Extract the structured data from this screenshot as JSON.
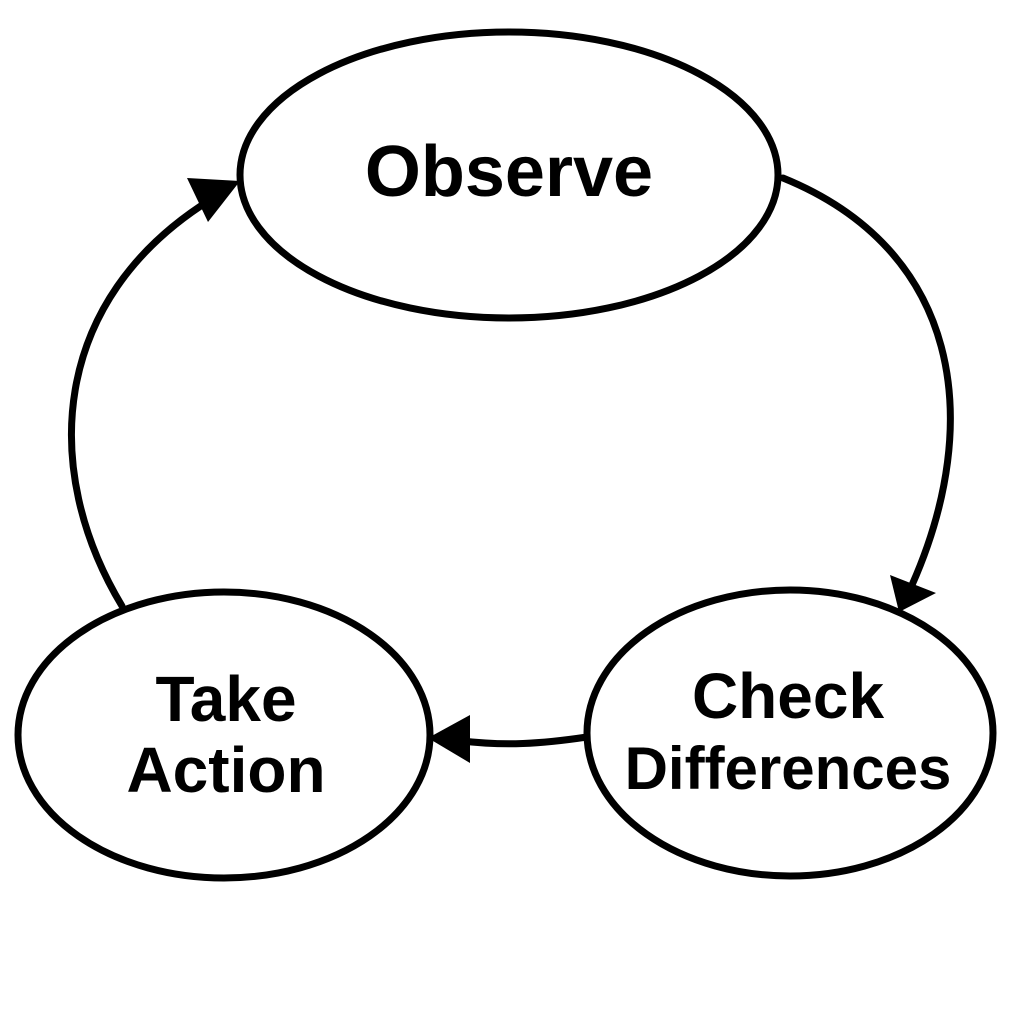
{
  "diagram": {
    "nodes": {
      "observe": {
        "label": "Observe"
      },
      "check": {
        "line1": "Check",
        "line2": "Differences"
      },
      "action": {
        "line1": "Take",
        "line2": "Action"
      }
    },
    "edges": [
      {
        "from": "observe",
        "to": "check"
      },
      {
        "from": "check",
        "to": "action"
      },
      {
        "from": "action",
        "to": "observe"
      }
    ],
    "colors": {
      "stroke": "#000000",
      "fill": "#ffffff",
      "text": "#000000"
    }
  }
}
